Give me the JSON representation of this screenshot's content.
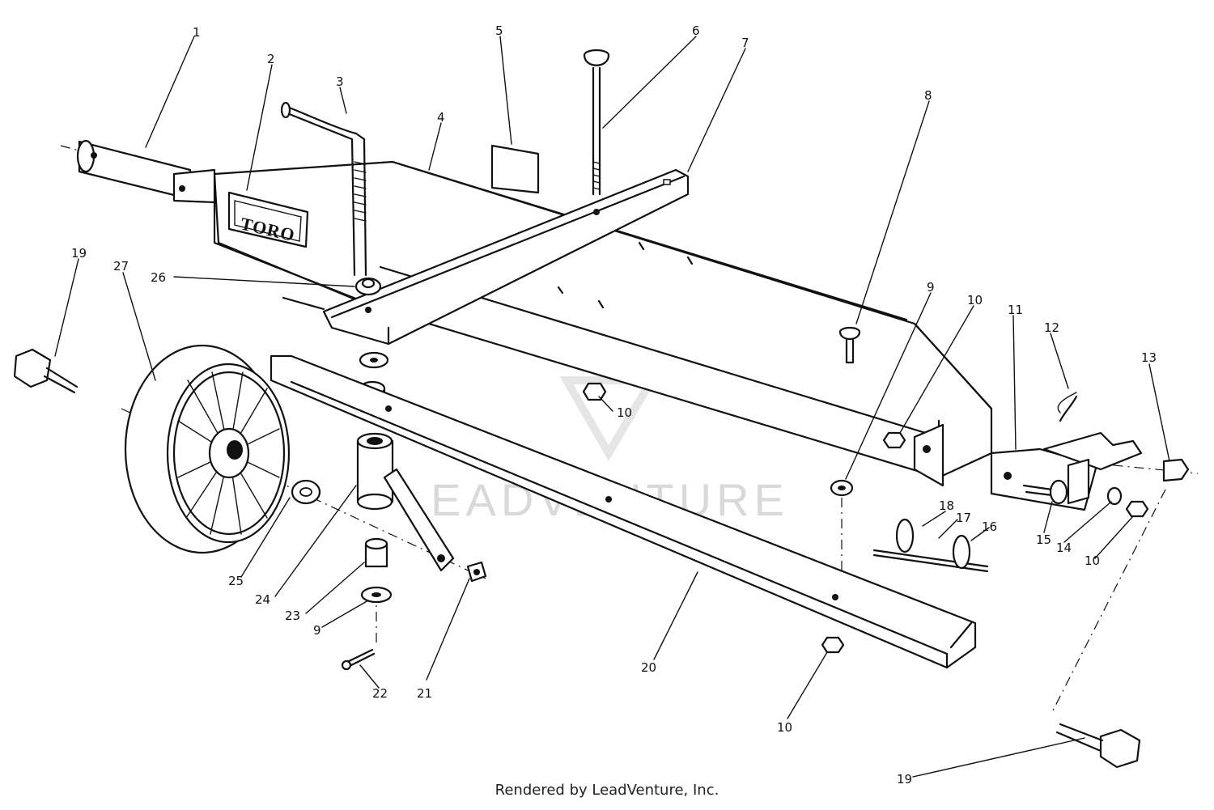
{
  "callouts": [
    {
      "id": "c1",
      "label": "1"
    },
    {
      "id": "c2",
      "label": "2"
    },
    {
      "id": "c3",
      "label": "3"
    },
    {
      "id": "c4",
      "label": "4"
    },
    {
      "id": "c5",
      "label": "5"
    },
    {
      "id": "c6",
      "label": "6"
    },
    {
      "id": "c7",
      "label": "7"
    },
    {
      "id": "c8",
      "label": "8"
    },
    {
      "id": "c9a",
      "label": "9"
    },
    {
      "id": "c10a",
      "label": "10"
    },
    {
      "id": "c11",
      "label": "11"
    },
    {
      "id": "c12",
      "label": "12"
    },
    {
      "id": "c13",
      "label": "13"
    },
    {
      "id": "c19a",
      "label": "19"
    },
    {
      "id": "c27",
      "label": "27"
    },
    {
      "id": "c26",
      "label": "26"
    },
    {
      "id": "c10b",
      "label": "10"
    },
    {
      "id": "c18",
      "label": "18"
    },
    {
      "id": "c17",
      "label": "17"
    },
    {
      "id": "c16",
      "label": "16"
    },
    {
      "id": "c15",
      "label": "15"
    },
    {
      "id": "c14",
      "label": "14"
    },
    {
      "id": "c10c",
      "label": "10"
    },
    {
      "id": "c25",
      "label": "25"
    },
    {
      "id": "c24",
      "label": "24"
    },
    {
      "id": "c23",
      "label": "23"
    },
    {
      "id": "c9b",
      "label": "9"
    },
    {
      "id": "c21",
      "label": "21"
    },
    {
      "id": "c22",
      "label": "22"
    },
    {
      "id": "c20",
      "label": "20"
    },
    {
      "id": "c10d",
      "label": "10"
    },
    {
      "id": "c19b",
      "label": "19"
    }
  ],
  "brand_plate": "TORO",
  "watermark": "LEADVENTURE",
  "footer": "Rendered by LeadVenture, Inc."
}
